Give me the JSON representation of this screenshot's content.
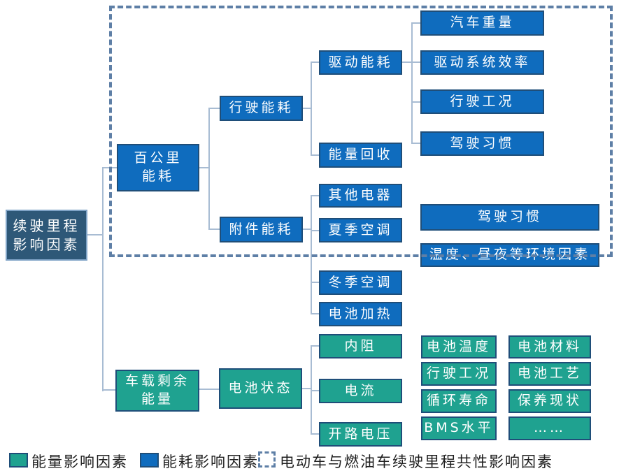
{
  "colors": {
    "energy_teal": "#1FA290",
    "consumption_blue": "#0F6CBE",
    "box_border_navy": "#1F4E79",
    "root_fill": "#2E5878",
    "root_border": "#7FA3C6",
    "connector_line": "#A8BCD3",
    "dashed_border": "#5E7FA6",
    "box_text": "#FFFFFF",
    "legend_text": "#1F1F1F"
  },
  "nodes": [
    {
      "id": "driving-range-factors",
      "label": "续驶里程\n影响因素"
    },
    {
      "id": "energy-per-100km",
      "label": "百公里\n能耗"
    },
    {
      "id": "driving-energy",
      "label": "行驶能耗"
    },
    {
      "id": "drive-energy",
      "label": "驱动能耗"
    },
    {
      "id": "vehicle-weight",
      "label": "汽车重量"
    },
    {
      "id": "drive-system-efficiency",
      "label": "驱动系统效率"
    },
    {
      "id": "driving-conditions",
      "label": "行驶工况"
    },
    {
      "id": "driving-habits",
      "label": "驾驶习惯"
    },
    {
      "id": "energy-recovery",
      "label": "能量回收"
    },
    {
      "id": "accessory-energy",
      "label": "附件能耗"
    },
    {
      "id": "other-electronics",
      "label": "其他电器"
    },
    {
      "id": "summer-ac",
      "label": "夏季空调"
    },
    {
      "id": "winter-ac",
      "label": "冬季空调"
    },
    {
      "id": "battery-heating",
      "label": "电池加热"
    },
    {
      "id": "driving-habits-common",
      "label": "驾驶习惯"
    },
    {
      "id": "environment-factors",
      "label": "温度、昼夜等环境因素"
    },
    {
      "id": "onboard-remaining-energy",
      "label": "车载剩余\n能量"
    },
    {
      "id": "battery-state",
      "label": "电池状态"
    },
    {
      "id": "internal-resistance",
      "label": "内阻"
    },
    {
      "id": "current",
      "label": "电流"
    },
    {
      "id": "open-circuit-voltage",
      "label": "开路电压"
    },
    {
      "id": "battery-temperature",
      "label": "电池温度"
    },
    {
      "id": "battery-material",
      "label": "电池材料"
    },
    {
      "id": "driving-conditions-battery",
      "label": "行驶工况"
    },
    {
      "id": "battery-process",
      "label": "电池工艺"
    },
    {
      "id": "cycle-life",
      "label": "循环寿命"
    },
    {
      "id": "maintenance-status",
      "label": "保养现状"
    },
    {
      "id": "bms-level",
      "label": "BMS水平"
    },
    {
      "id": "ellipsis",
      "label": "……"
    }
  ],
  "legend": {
    "items": [
      {
        "swatch": "teal",
        "label": "能量影响因素"
      },
      {
        "swatch": "blue",
        "label": "能耗影响因素"
      },
      {
        "swatch": "dashed",
        "label": "电动车与燃油车续驶里程共性影响因素"
      }
    ]
  }
}
